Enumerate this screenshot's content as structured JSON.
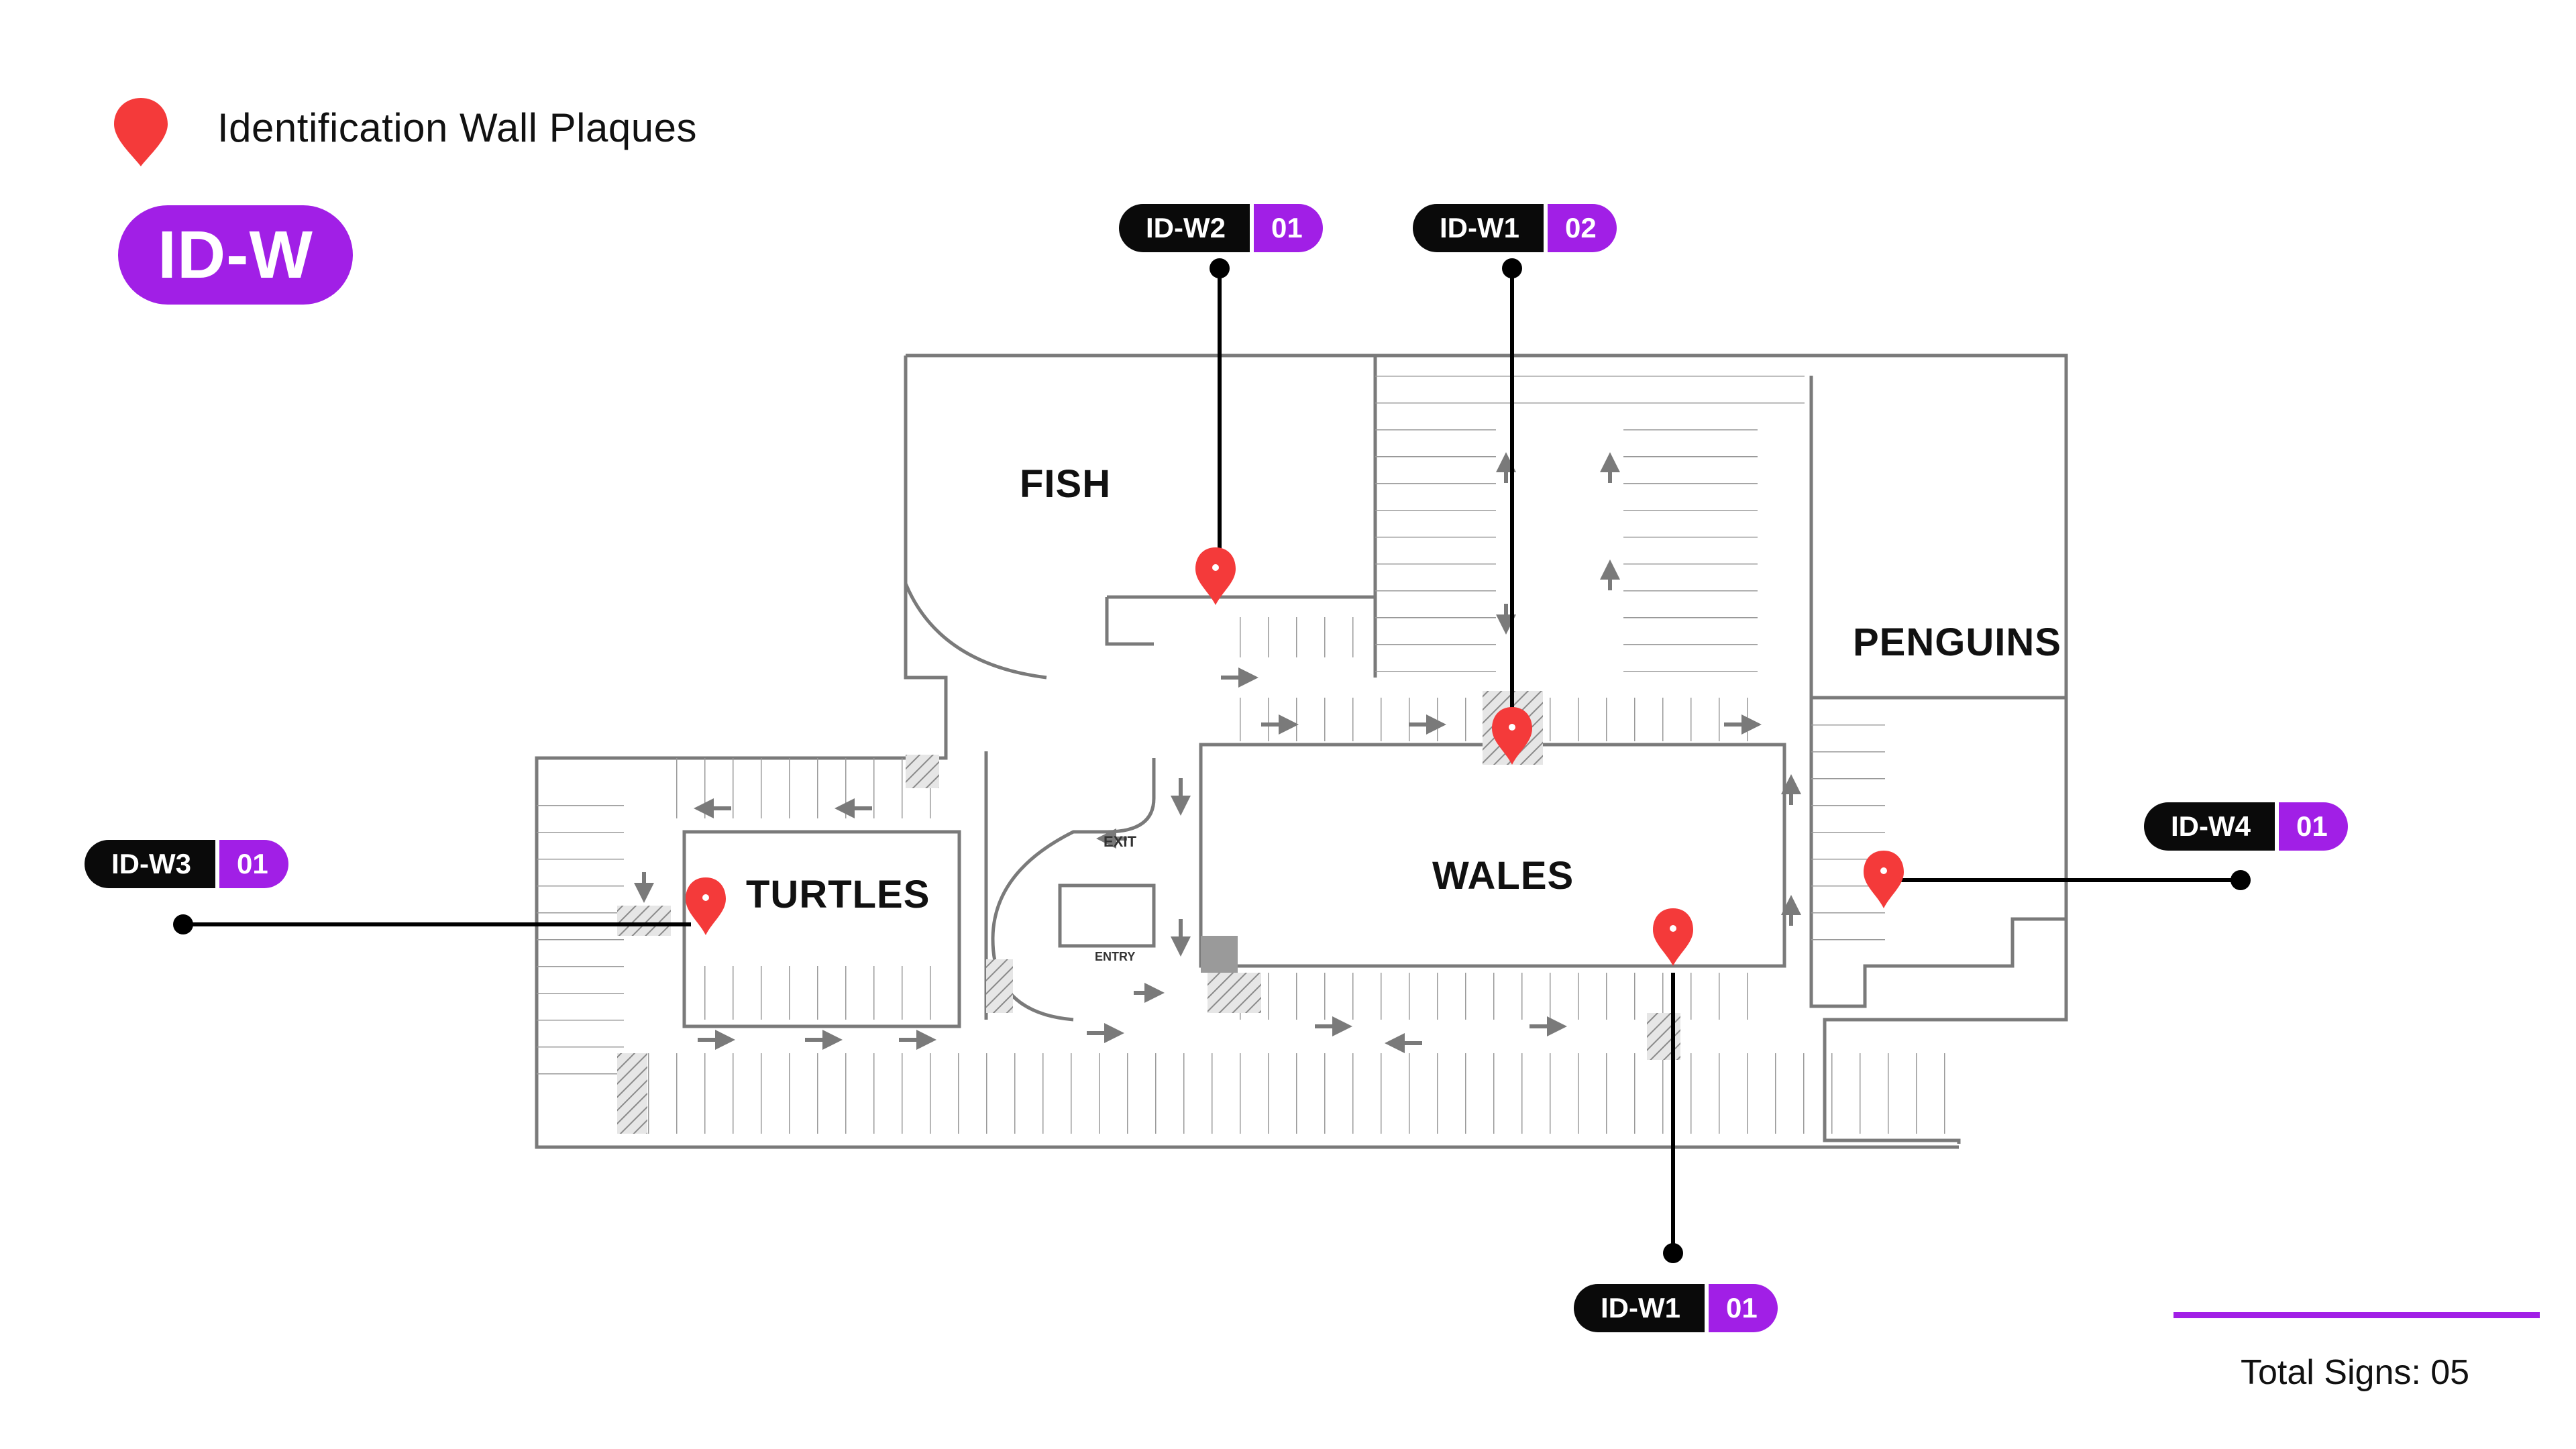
{
  "legend": {
    "icon": "map-pin-icon",
    "title": "Identification Wall Plaques"
  },
  "sign_code": "ID-W",
  "zones": {
    "fish": "FISH",
    "penguins": "PENGUINS",
    "turtles": "TURTLES",
    "wales": "WALES"
  },
  "plan_labels": {
    "exit": "EXIT",
    "entry": "ENTRY"
  },
  "callouts": [
    {
      "code": "ID-W2",
      "qty": "01"
    },
    {
      "code": "ID-W1",
      "qty": "02"
    },
    {
      "code": "ID-W3",
      "qty": "01"
    },
    {
      "code": "ID-W4",
      "qty": "01"
    },
    {
      "code": "ID-W1",
      "qty": "01"
    }
  ],
  "footer": {
    "total": "Total Signs: 05"
  },
  "colors": {
    "accent": "#a11fe6",
    "pin": "#f43a3a",
    "label_dark": "#0a0a0a"
  }
}
